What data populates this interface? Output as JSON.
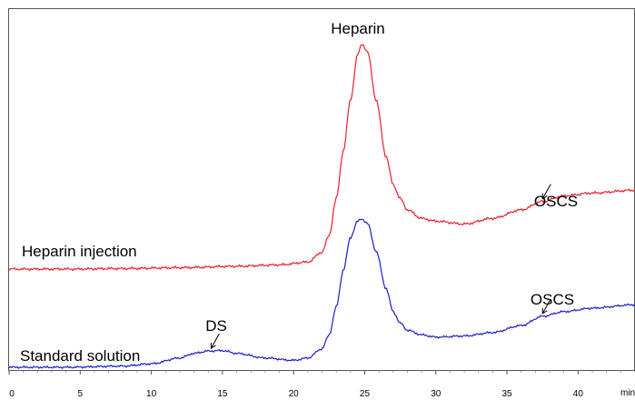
{
  "chart_data": {
    "type": "line",
    "x_unit_label": "min",
    "xlim": [
      0,
      44
    ],
    "x_ticks": [
      0,
      5,
      10,
      15,
      20,
      25,
      30,
      35,
      40
    ],
    "grid": false,
    "series": [
      {
        "name": "Heparin injection",
        "color": "#e8202a",
        "x": [
          0,
          4,
          8,
          12,
          16,
          19,
          21,
          22,
          22.5,
          23,
          23.5,
          24,
          24.5,
          24.8,
          25.2,
          25.8,
          26.5,
          27,
          27.5,
          28,
          29,
          30,
          32,
          34,
          36,
          37.5,
          39,
          41,
          44
        ],
        "y": [
          0.0,
          0.0,
          0.002,
          0.005,
          0.01,
          0.015,
          0.025,
          0.06,
          0.12,
          0.25,
          0.42,
          0.6,
          0.76,
          0.8,
          0.77,
          0.6,
          0.4,
          0.3,
          0.25,
          0.21,
          0.18,
          0.17,
          0.16,
          0.18,
          0.21,
          0.24,
          0.26,
          0.27,
          0.28
        ]
      },
      {
        "name": "Standard solution",
        "color": "#1c1ccc",
        "x": [
          0,
          4,
          8,
          10,
          12,
          13,
          14,
          15,
          16,
          18,
          20,
          21,
          22,
          22.5,
          23,
          23.5,
          24,
          24.5,
          24.8,
          25.2,
          25.8,
          26.5,
          27,
          27.5,
          28,
          29,
          30,
          32,
          34,
          36,
          37.5,
          39,
          41,
          44
        ],
        "y": [
          0.0,
          0.0,
          0.005,
          0.015,
          0.04,
          0.06,
          0.07,
          0.072,
          0.06,
          0.04,
          0.03,
          0.04,
          0.08,
          0.14,
          0.26,
          0.42,
          0.56,
          0.63,
          0.64,
          0.62,
          0.5,
          0.34,
          0.24,
          0.19,
          0.16,
          0.14,
          0.13,
          0.135,
          0.15,
          0.18,
          0.22,
          0.24,
          0.255,
          0.27
        ]
      }
    ],
    "annotations": [
      {
        "text": "Heparin",
        "arrow": false
      },
      {
        "text": "OSCS",
        "series": 0,
        "x": 37.5,
        "arrow": true
      },
      {
        "text": "OSCS",
        "series": 1,
        "x": 37.5,
        "arrow": true
      },
      {
        "text": "DS",
        "series": 1,
        "x": 14.2,
        "arrow": true
      }
    ]
  }
}
